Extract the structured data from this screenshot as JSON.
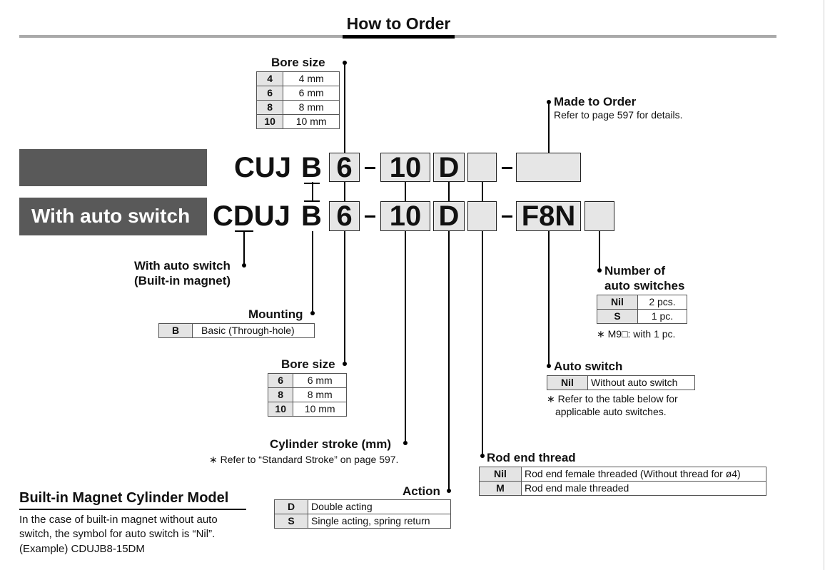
{
  "title": "How to Order",
  "banner": {
    "auto_label": "With auto switch"
  },
  "model_codes": {
    "row1": {
      "prefix": "CUJ",
      "mounting": "B",
      "bore": "6",
      "stroke": "10",
      "action": "D"
    },
    "row2": {
      "prefix_c": "C",
      "prefix_d": "D",
      "prefix_rest": "UJ",
      "mounting": "B",
      "bore": "6",
      "stroke": "10",
      "action": "D",
      "switch": "F8N"
    }
  },
  "bore_size_top": {
    "label": "Bore size",
    "rows": [
      [
        "4",
        "4 mm"
      ],
      [
        "6",
        "6 mm"
      ],
      [
        "8",
        "8 mm"
      ],
      [
        "10",
        "10 mm"
      ]
    ]
  },
  "made_to_order": {
    "label": "Made to Order",
    "note": "Refer to page 597 for details."
  },
  "with_auto_switch": {
    "line1": "With auto switch",
    "line2": "(Built-in magnet)"
  },
  "mounting": {
    "label": "Mounting",
    "rows": [
      [
        "B",
        "Basic (Through-hole)"
      ]
    ]
  },
  "bore_size_bottom": {
    "label": "Bore size",
    "rows": [
      [
        "6",
        "6 mm"
      ],
      [
        "8",
        "8 mm"
      ],
      [
        "10",
        "10 mm"
      ]
    ]
  },
  "cylinder_stroke": {
    "label": "Cylinder stroke (mm)",
    "note": "∗ Refer to “Standard Stroke” on page 597."
  },
  "action": {
    "label": "Action",
    "rows": [
      [
        "D",
        "Double acting"
      ],
      [
        "S",
        "Single acting, spring return"
      ]
    ]
  },
  "rod_end_thread": {
    "label": "Rod end thread",
    "rows": [
      [
        "Nil",
        "Rod end female threaded (Without thread for ø4)"
      ],
      [
        "M",
        "Rod end male threaded"
      ]
    ]
  },
  "auto_switch": {
    "label": "Auto switch",
    "rows": [
      [
        "Nil",
        "Without auto switch"
      ]
    ],
    "note1": "∗ Refer to the table below for",
    "note2": "applicable auto switches."
  },
  "num_switches": {
    "line1": "Number of",
    "line2": "auto switches",
    "rows": [
      [
        "Nil",
        "2 pcs."
      ],
      [
        "S",
        "1 pc."
      ]
    ],
    "note": "∗ M9□: with 1 pc."
  },
  "built_in": {
    "heading": "Built-in Magnet Cylinder Model",
    "line1": "In the case of built-in magnet without auto",
    "line2": "switch, the symbol for auto switch is “Nil”.",
    "line3": "(Example) CDUJB8-15DM"
  }
}
